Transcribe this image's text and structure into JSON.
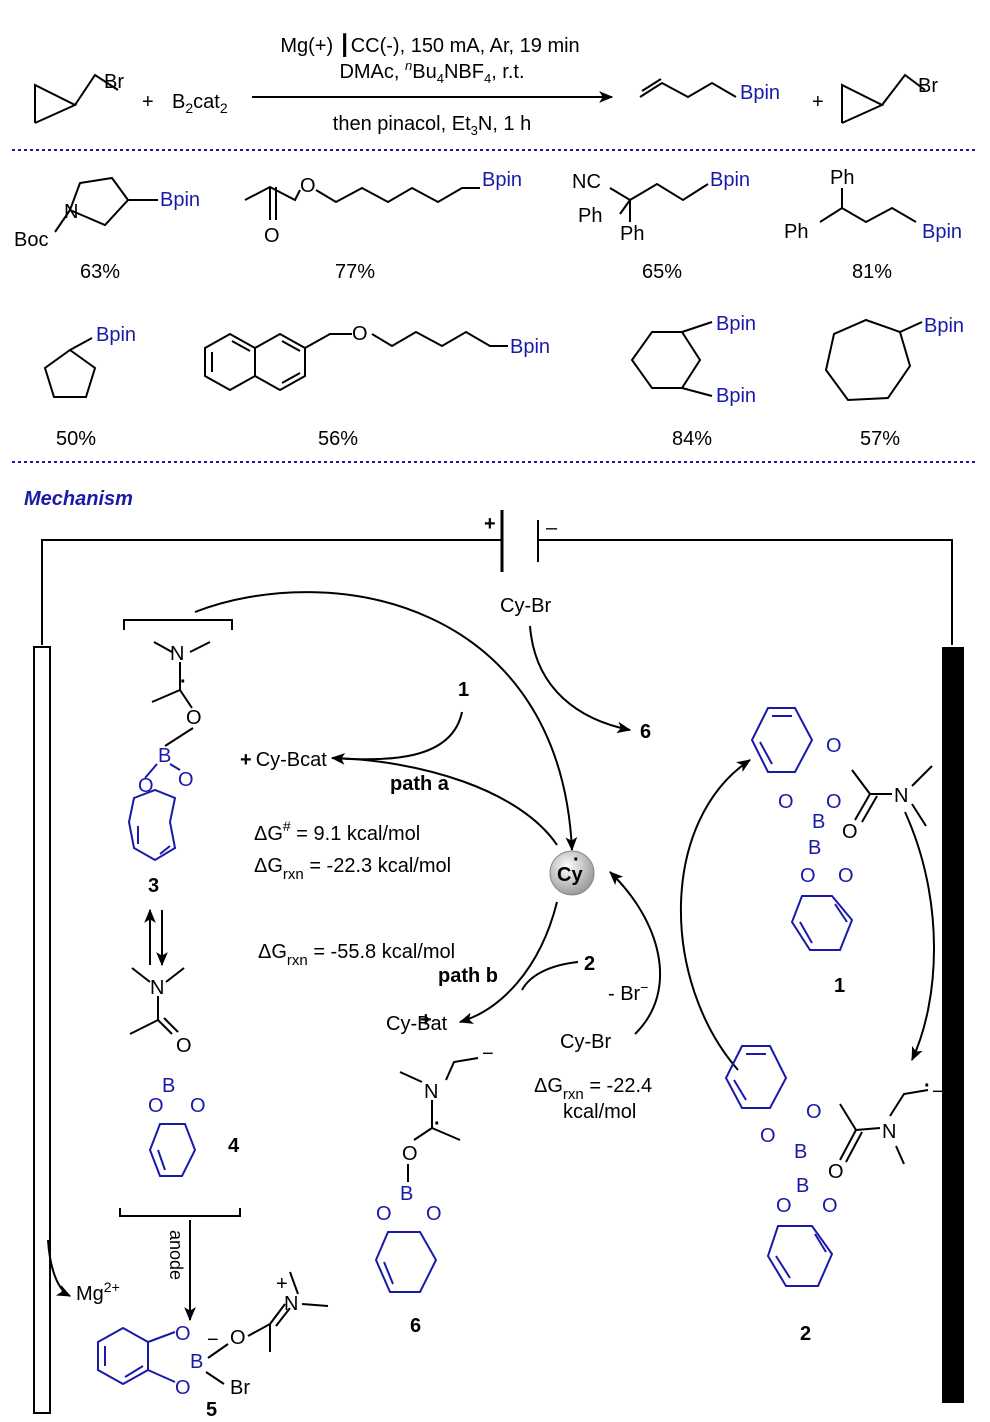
{
  "scheme": {
    "substrate": {
      "leaving_group": "Br"
    },
    "reagent": {
      "text": "B",
      "sub": "2",
      "text2": "cat",
      "sub2": "2"
    },
    "plus": "+",
    "conditions_line1": "Mg(+) ┃CC(-), 150 mA, Ar, 19 min",
    "conditions_line2_a": "DMAc, ",
    "conditions_line2_n": "n",
    "conditions_line2_b": "Bu",
    "conditions_line2_4": "4",
    "conditions_line2_c": "NBF",
    "conditions_line2_4b": "4",
    "conditions_line2_d": ", r.t.",
    "conditions_line3_a": "then pinacol, Et",
    "conditions_line3_3": "3",
    "conditions_line3_b": "N, 1 h",
    "product_boryl": "Bpin",
    "byproduct_leaving_group": "Br"
  },
  "scope": {
    "row1": [
      {
        "labels": [
          "Boc",
          "N",
          "Bpin"
        ],
        "yield": "63%"
      },
      {
        "labels": [
          "O",
          "O",
          "Bpin"
        ],
        "yield": "77%"
      },
      {
        "labels": [
          "NC",
          "Ph",
          "Ph",
          "Bpin"
        ],
        "yield": "65%"
      },
      {
        "labels": [
          "Ph",
          "Ph",
          "Bpin"
        ],
        "yield": "81%"
      }
    ],
    "row2": [
      {
        "labels": [
          "Bpin"
        ],
        "yield": "50%"
      },
      {
        "labels": [
          "O",
          "Bpin"
        ],
        "yield": "56%"
      },
      {
        "labels": [
          "Bpin",
          "Bpin"
        ],
        "yield": "84%"
      },
      {
        "labels": [
          "Bpin"
        ],
        "yield": "57%"
      }
    ]
  },
  "mechanism": {
    "title": "Mechanism",
    "battery_plus": "+",
    "battery_minus": "–",
    "cybr_top": "Cy-Br",
    "compound6_label": "6",
    "cy_radical": "Cy",
    "cy_dot": "·",
    "one_label": "1",
    "cy_bcat": "Cy-Bcat",
    "plus": "+",
    "path_a": "path a",
    "dg_activation": "ΔG",
    "dg_activation_sup": "#",
    "dg_activation_val": " = 9.1 kcal/mol",
    "dg_rxn_a_pre": "ΔG",
    "dg_rxn_a_sub": "rxn",
    "dg_rxn_a_val": " = -22.3 kcal/mol",
    "dg_rxn_b_pre": "ΔG",
    "dg_rxn_b_sub": "rxn",
    "dg_rxn_b_val": " = -55.8 kcal/mol",
    "path_b": "path b",
    "two_label": "2",
    "cy_bat": "Cy-Bat",
    "br_minus": "- Br",
    "br_minus_sup": "−",
    "cybr_mid": "Cy-Br",
    "dg_rxn_c_pre": "ΔG",
    "dg_rxn_c_sub": "rxn",
    "dg_rxn_c_val": " = -22.4",
    "dg_rxn_c_unit": "kcal/mol",
    "compound3_label": "3",
    "compound4_label": "4",
    "compound5_label": "5",
    "compound1_label": "1",
    "compound2_label": "2",
    "compound6b_label": "6",
    "anode_label": "anode",
    "mg_ion": "Mg",
    "mg_ion_sup": "2+",
    "atoms": {
      "N": "N",
      "O": "O",
      "B": "B",
      "Br": "Br",
      "plus": "+",
      "minus": "−"
    }
  },
  "colors": {
    "blue": "#1a1aa8",
    "divider": "#1a1aa8",
    "cy_sphere": "#c8c8c8"
  }
}
